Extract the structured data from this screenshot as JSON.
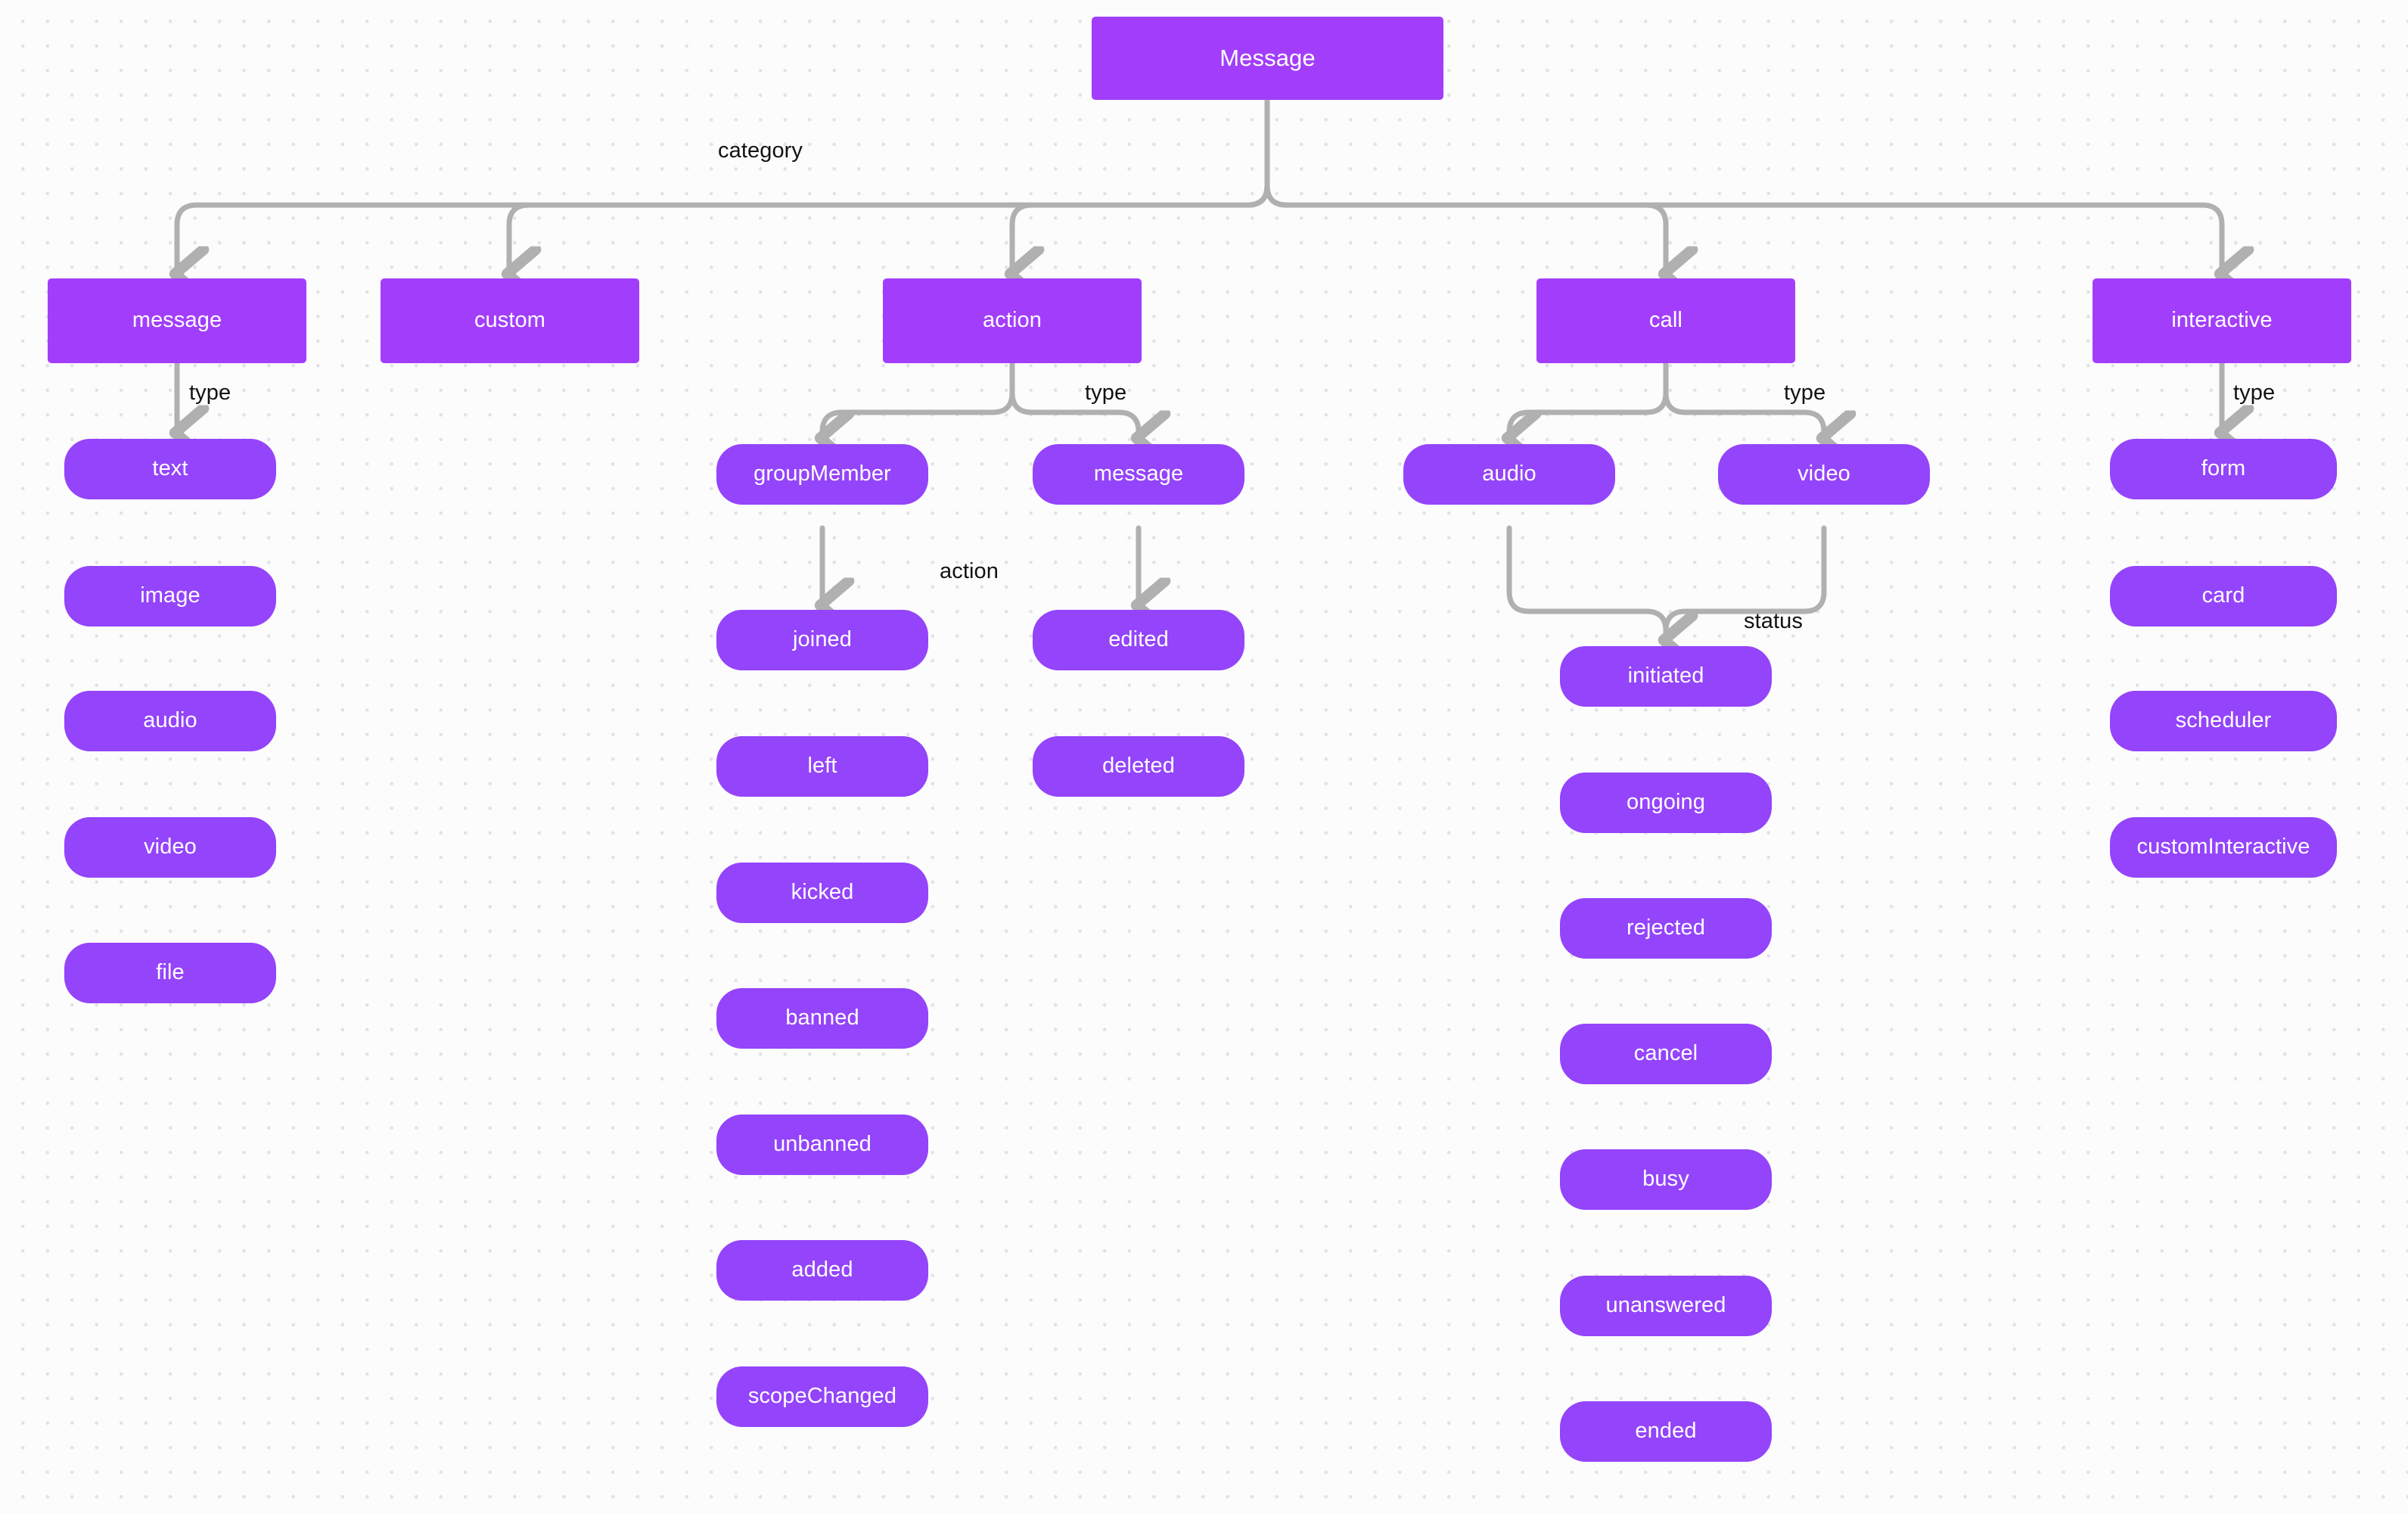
{
  "diagram": {
    "title": "Message",
    "background_color": "#fcfcfd",
    "dot_color": "#e3e3e6",
    "node_color_category": "#a23efb",
    "node_color_leaf": "#9444fb",
    "edge_color": "#b0b0b0",
    "label_color": "#111214"
  },
  "root": {
    "label": "Message"
  },
  "edge_labels": {
    "category": "category",
    "type_message": "type",
    "type_action": "type",
    "type_call": "type",
    "type_interactive": "type",
    "action": "action",
    "status": "status"
  },
  "categories": [
    {
      "label": "message"
    },
    {
      "label": "custom"
    },
    {
      "label": "action"
    },
    {
      "label": "call"
    },
    {
      "label": "interactive"
    }
  ],
  "message_types": [
    {
      "label": "text"
    },
    {
      "label": "image"
    },
    {
      "label": "audio"
    },
    {
      "label": "video"
    },
    {
      "label": "file"
    }
  ],
  "action_types": [
    {
      "label": "groupMember"
    },
    {
      "label": "message"
    }
  ],
  "group_member_actions": [
    {
      "label": "joined"
    },
    {
      "label": "left"
    },
    {
      "label": "kicked"
    },
    {
      "label": "banned"
    },
    {
      "label": "unbanned"
    },
    {
      "label": "added"
    },
    {
      "label": "scopeChanged"
    }
  ],
  "message_actions": [
    {
      "label": "edited"
    },
    {
      "label": "deleted"
    }
  ],
  "call_types": [
    {
      "label": "audio"
    },
    {
      "label": "video"
    }
  ],
  "call_statuses": [
    {
      "label": "initiated"
    },
    {
      "label": "ongoing"
    },
    {
      "label": "rejected"
    },
    {
      "label": "cancel"
    },
    {
      "label": "busy"
    },
    {
      "label": "unanswered"
    },
    {
      "label": "ended"
    }
  ],
  "interactive_types": [
    {
      "label": "form"
    },
    {
      "label": "card"
    },
    {
      "label": "scheduler"
    },
    {
      "label": "customInteractive"
    }
  ]
}
